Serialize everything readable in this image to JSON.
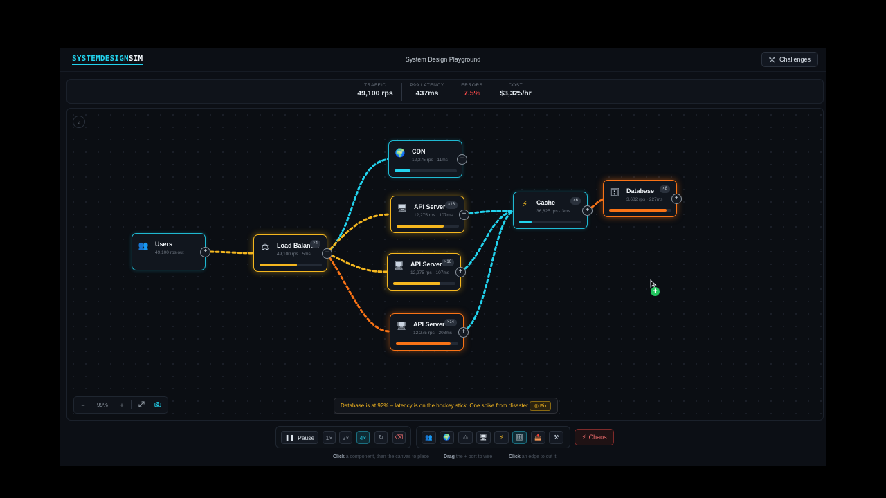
{
  "app": {
    "brand_a": "SYSTEMDESIGN",
    "brand_b": "SIM",
    "title": "System Design Playground",
    "challenges_label": "Challenges",
    "challenges_icon": "swords-icon"
  },
  "stats": [
    {
      "label": "TRAFFIC",
      "value": "49,100 rps"
    },
    {
      "label": "P99 LATENCY",
      "value": "437ms"
    },
    {
      "label": "ERRORS",
      "value": "7.5%",
      "color": "#f04848"
    },
    {
      "label": "COST",
      "value": "$3,325/hr"
    }
  ],
  "canvas": {
    "help": "?"
  },
  "nodes": {
    "users": {
      "name": "Users",
      "sub": "49,100 rps out",
      "icon": "users-icon",
      "status": "healthy",
      "port": "+"
    },
    "lb": {
      "name": "Load Balancer",
      "sub": "49,100 rps · 5ms",
      "icon": "scale-icon",
      "badge": "×4",
      "load": 0.6,
      "status": "warning",
      "port": "+"
    },
    "cdn": {
      "name": "CDN",
      "sub": "12,275 rps · 11ms",
      "icon": "globe-icon",
      "load": 0.25,
      "status": "healthy",
      "port": "+"
    },
    "api1": {
      "name": "API Server",
      "sub": "12,275 rps · 107ms",
      "icon": "monitor-icon",
      "badge": "×16",
      "load": 0.76,
      "status": "warning",
      "port": "+"
    },
    "api2": {
      "name": "API Server",
      "sub": "12,275 rps · 107ms",
      "icon": "monitor-icon",
      "badge": "×16",
      "load": 0.76,
      "status": "warning",
      "port": "+"
    },
    "api3": {
      "name": "API Server",
      "sub": "12,275 rps · 203ms",
      "icon": "monitor-icon",
      "badge": "×14",
      "load": 0.88,
      "status": "critical",
      "port": "+"
    },
    "cache": {
      "name": "Cache",
      "sub": "36,825 rps · 3ms",
      "icon": "lightning-icon",
      "badge": "×6",
      "load": 0.2,
      "status": "healthy",
      "port": "+"
    },
    "db": {
      "name": "Database",
      "sub": "3,682 rps · 227ms",
      "icon": "database-icon",
      "badge": "×8",
      "load": 0.92,
      "status": "critical",
      "port": "+"
    }
  },
  "zoom": {
    "minus": "−",
    "level": "99%",
    "plus": "+"
  },
  "alert": {
    "text": "Database is at 92% – latency is on the hockey stick. One spike from disaster.",
    "fix": "Fix"
  },
  "playback": {
    "pause": "Pause",
    "speeds": [
      "1×",
      "2×",
      "4×"
    ],
    "active_speed": "4×"
  },
  "palette": [
    "users-icon",
    "globe-icon",
    "scale-icon",
    "monitor-icon",
    "lightning-icon",
    "database-icon",
    "queue-icon",
    "tools-icon"
  ],
  "palette_selected": "database-icon",
  "chaos": "Chaos",
  "hints": [
    {
      "k": "Click",
      "t": "a component, then the canvas to place"
    },
    {
      "k": "Drag",
      "t": "the + port to wire"
    },
    {
      "k": "Click",
      "t": "an edge to cut it"
    }
  ],
  "colors": {
    "cyan": "#22d3ee",
    "amber": "#f5b71f",
    "orange": "#f97316",
    "error": "#f04848",
    "add": "#22c55e"
  }
}
